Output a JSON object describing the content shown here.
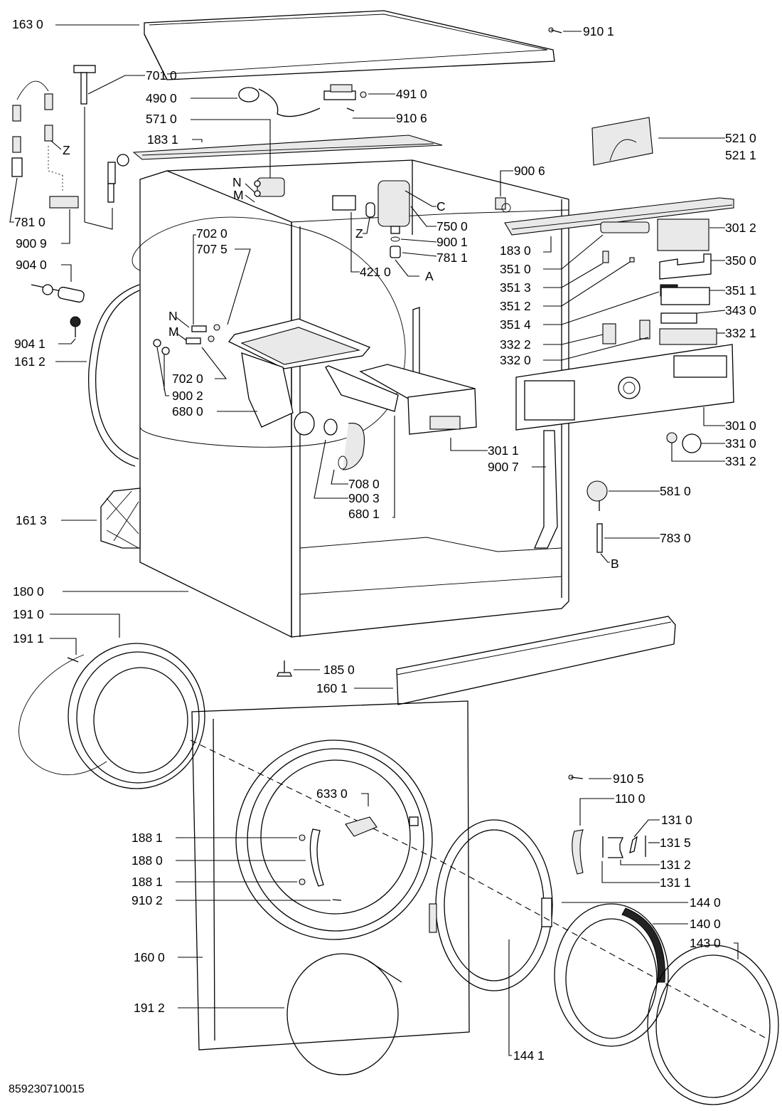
{
  "diagram": {
    "title": "Washing machine exploded parts view",
    "document_number": "859230710015",
    "part_labels": {
      "l1630": "163 0",
      "l9101": "910 1",
      "l7010": "701 0",
      "l4900": "490 0",
      "l4910": "491 0",
      "l9106": "910 6",
      "l5710": "571 0",
      "l1831": "183 1",
      "l5210": "521 0",
      "l5211": "521 1",
      "l9006": "900 6",
      "l7810": "781 0",
      "l9009": "900 9",
      "l7500": "750 0",
      "l9001": "900 1",
      "l7811": "781 1",
      "l4210": "421 0",
      "l1830": "183 0",
      "l3012": "301 2",
      "l3510": "351 0",
      "l3500": "350 0",
      "l3513": "351 3",
      "l3511": "351 1",
      "l3512": "351 2",
      "l3514": "351 4",
      "l3430": "343 0",
      "l3322": "332 2",
      "l3321": "332 1",
      "l3320": "332 0",
      "l7020a": "702 0",
      "l7075": "707 5",
      "l9040": "904 0",
      "l9041": "904 1",
      "l1612": "161 2",
      "l7020b": "702 0",
      "l9002": "900 2",
      "l6800": "680 0",
      "l3010": "301 0",
      "l3310": "331 0",
      "l3312": "331 2",
      "l3011": "301 1",
      "l9007": "900 7",
      "l7080": "708 0",
      "l9003": "900 3",
      "l6801": "680 1",
      "l5810": "581 0",
      "l1613": "161 3",
      "l7830": "783 0",
      "l1800": "180 0",
      "l1910": "191 0",
      "l1911": "191 1",
      "l1850": "185 0",
      "l1601": "160 1",
      "l9105": "910 5",
      "l1100": "110 0",
      "l6330": "633 0",
      "l1310": "131 0",
      "l1881a": "188 1",
      "l1315": "131 5",
      "l1880": "188 0",
      "l1312": "131 2",
      "l1881b": "188 1",
      "l1311": "131 1",
      "l9102": "910 2",
      "l1440": "144 0",
      "l1400": "140 0",
      "l1430": "143 0",
      "l1600": "160 0",
      "l1912": "191 2",
      "l1441": "144 1"
    },
    "connector_letters": {
      "z1": "Z",
      "n1": "N",
      "m1": "M",
      "c1": "C",
      "z2": "Z",
      "a1": "A",
      "n2": "N",
      "m2": "M",
      "b1": "B"
    }
  }
}
